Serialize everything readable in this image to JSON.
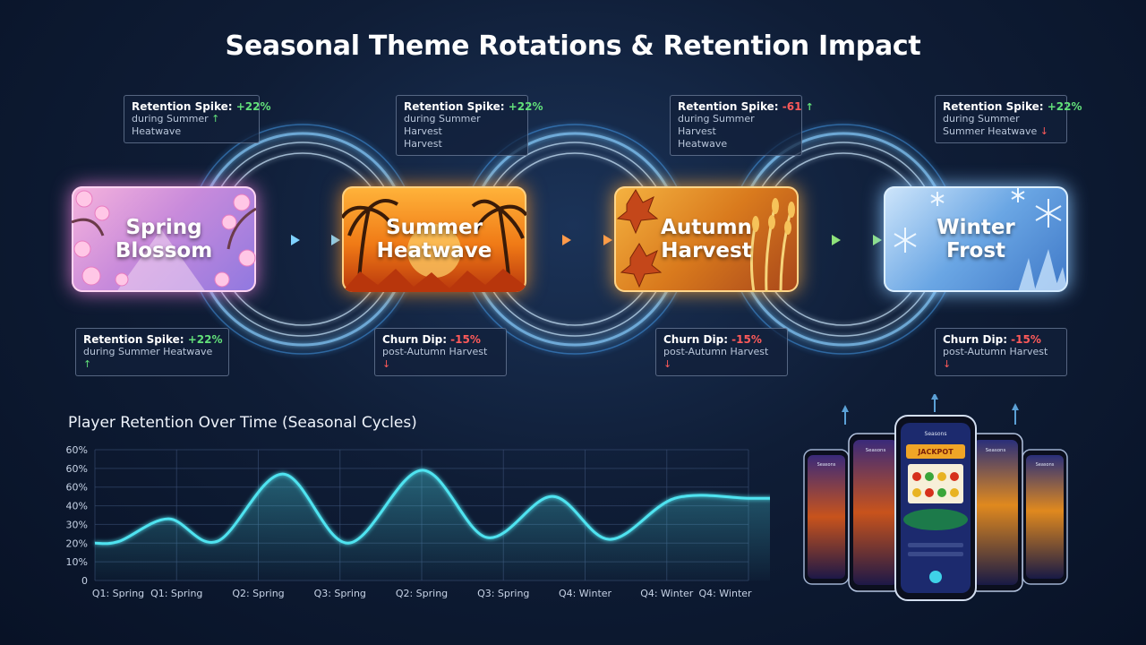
{
  "title": "Seasonal Theme Rotations & Retention Impact",
  "colors": {
    "spring": "#d98fe0",
    "summer": "#f07a16",
    "autumn": "#e08a22",
    "winter": "#6aa6e4",
    "positive": "#62e07a",
    "negative": "#ff5a5a",
    "line": "#4fe3f0"
  },
  "themes": [
    {
      "line1": "Spring",
      "line2": "Blossom"
    },
    {
      "line1": "Summer",
      "line2": "Heatwave"
    },
    {
      "line1": "Autumn",
      "line2": "Harvest"
    },
    {
      "line1": "Winter",
      "line2": "Frost"
    }
  ],
  "callouts_top": [
    {
      "label": "Retention Spike: ",
      "value": "+22%",
      "sub1": "during Summer",
      "sub2": "Heatwave",
      "arrow": "↑"
    },
    {
      "label": "Retention Spike: ",
      "value": "+22%",
      "sub1": "during Summer Harvest",
      "sub2": "Harvest",
      "arrow": ""
    },
    {
      "label": "Retention Spike: ",
      "value": "-61",
      "sub1": "during Summer Harvest",
      "sub2": "Heatwave",
      "arrow": "↑"
    },
    {
      "label": "Retention Spike: ",
      "value": "+22%",
      "sub1": "during Summer",
      "sub2": "Summer Heatwave",
      "arrow": "↓"
    }
  ],
  "callouts_bottom": [
    {
      "label": "Retention Spike: ",
      "value": "+22%",
      "sub": "during Summer Heatwave",
      "arrow": "↑"
    },
    {
      "label": "Churn Dip: ",
      "value": "-15%",
      "sub": "post-Autumn Harvest",
      "arrow": "↓"
    },
    {
      "label": "Churn Dip: ",
      "value": "-15%",
      "sub": "post-Autumn Harvest",
      "arrow": "↓"
    },
    {
      "label": "Churn Dip: ",
      "value": "-15%",
      "sub": "post-Autumn Harvest",
      "arrow": "↓"
    }
  ],
  "chart_data": {
    "type": "line",
    "title": "Player Retention Over Time (Seasonal Cycles)",
    "y_tick_labels": [
      "0",
      "10%",
      "20%",
      "30%",
      "40%",
      "60%",
      "60%",
      "60%"
    ],
    "ylim": [
      0,
      70
    ],
    "categories": [
      "Q1: Spring",
      "Q1: Spring",
      "Q2: Spring",
      "Q3: Spring",
      "Q2: Spring",
      "Q3: Spring",
      "Q4: Winter",
      "Q4: Winter",
      "Q4: Winter"
    ],
    "series": [
      {
        "x": [
          0,
          0.3,
          0.9,
          1.5,
          2.3,
          3.1,
          4.0,
          4.8,
          5.6,
          6.3,
          7.1,
          8.0,
          8.4
        ],
        "y": [
          20,
          21,
          33,
          21,
          57,
          20,
          59,
          23,
          45,
          22,
          44,
          44,
          44
        ]
      }
    ],
    "grid": true
  },
  "phones": {
    "screen_titles": [
      "Seasons",
      "Seasons",
      "Seasons",
      "Seasons",
      "Seasons"
    ],
    "banner": "JACKPOT"
  }
}
